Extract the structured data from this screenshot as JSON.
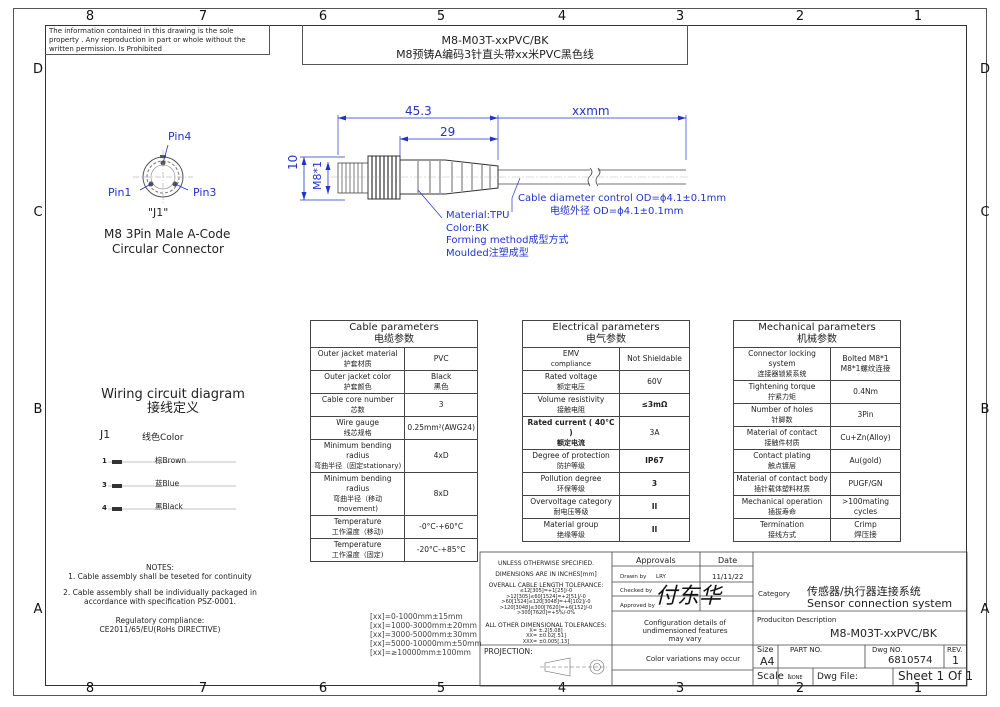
{
  "colors": {
    "line_blue": "#2233cc",
    "text": "#222222"
  },
  "zones": {
    "top": [
      "8",
      "7",
      "6",
      "5",
      "4",
      "3",
      "2",
      "1"
    ],
    "bottom": [
      "8",
      "7",
      "6",
      "5",
      "4",
      "3",
      "2",
      "1"
    ],
    "left": [
      "D",
      "C",
      "B",
      "A"
    ],
    "right": [
      "D",
      "C",
      "B",
      "A"
    ]
  },
  "notice": "The information contained in this drawing is the sole property . Any reproduction in part or whole without the written permission. Is Prohibited",
  "title": {
    "line1": "M8-M03T-xxPVC/BK",
    "line2": "M8预铸A编码3针直头带xx米PVC黑色线"
  },
  "connector": {
    "pin4": "Pin4",
    "pin1": "Pin1",
    "pin3": "Pin3",
    "ref": "\"J1\"",
    "desc1": "M8 3Pin Male A-Code",
    "desc2": "Circular Connector"
  },
  "dims": {
    "d453": "45.3",
    "d29": "29",
    "dxx": "xxmm",
    "d10": "10",
    "dm8": "M8*1"
  },
  "cable_note": {
    "l1": "Cable diameter control OD=ϕ4.1±0.1mm",
    "l2": "电缆外径 OD=ϕ4.1±0.1mm"
  },
  "material_note": {
    "l1": "Material:TPU",
    "l2": "Color:BK",
    "l3": "Forming method成型方式",
    "l4": "Moulded注塑成型"
  },
  "cable_params": {
    "title1": "Cable parameters",
    "title2": "电缆参数",
    "rows": [
      {
        "k1": "Outer jacket material",
        "k2": "护套材质",
        "v": "PVC"
      },
      {
        "k1": "Outer jacket color",
        "k2": "护套颜色",
        "v": "Black\n黑色"
      },
      {
        "k1": "Cable core number",
        "k2": "芯数",
        "v": "3"
      },
      {
        "k1": "Wire gauge",
        "k2": "线芯规格",
        "v": "0.25mm²(AWG24)"
      },
      {
        "k1": "Minimum bending radius",
        "k2": "弯曲半径（固定stationary)",
        "v": "4xD"
      },
      {
        "k1": "Minimum bending radius",
        "k2": "弯曲半径（移动movement)",
        "v": "8xD"
      },
      {
        "k1": "Temperature",
        "k2": "工作温度（移动)",
        "v": "-0°C-+60°C"
      },
      {
        "k1": "Temperature",
        "k2": "工作温度（固定)",
        "v": "-20°C-+85°C"
      }
    ]
  },
  "elec_params": {
    "title1": "Electrical parameters",
    "title2": "电气参数",
    "rows": [
      {
        "k1": "EMV",
        "k2": "compliance",
        "v": "Not Shieldable"
      },
      {
        "k1": "Rated voltage",
        "k2": "额定电压",
        "v": "60V"
      },
      {
        "k1": "Volume resistivity",
        "k2": "接触电阻",
        "v": "≤3mΩ"
      },
      {
        "k1": "Rated current ( 40°C )",
        "k2": "额定电流",
        "v": "3A"
      },
      {
        "k1": "Degree of protection",
        "k2": "防护等级",
        "v": "IP67"
      },
      {
        "k1": "Pollution degree",
        "k2": "环保等级",
        "v": "3"
      },
      {
        "k1": "Overvoltage category",
        "k2": "耐电压等级",
        "v": "II"
      },
      {
        "k1": "Material group",
        "k2": "绝缘等级",
        "v": "II"
      }
    ]
  },
  "mech_params": {
    "title1": "Mechanical parameters",
    "title2": "机械参数",
    "rows": [
      {
        "k1": "Connector locking system",
        "k2": "连接器锁紧系统",
        "v1": "Bolted M8*1",
        "v2": "M8*1螺纹连接"
      },
      {
        "k1": "Tightening torque",
        "k2": "拧紧力矩",
        "v1": "0.4Nm",
        "v2": ""
      },
      {
        "k1": "Number of holes",
        "k2": "针脚数",
        "v1": "3Pin",
        "v2": ""
      },
      {
        "k1": "Material of contact",
        "k2": "接触件材质",
        "v1": "Cu+Zn(Alloy)",
        "v2": ""
      },
      {
        "k1": "Contact plating",
        "k2": "触点镀层",
        "v1": "Au(gold)",
        "v2": ""
      },
      {
        "k1": "Material of contact body",
        "k2": "插针载体塑料材质",
        "v1": "PUGF/GN",
        "v2": ""
      },
      {
        "k1": "Mechanical operation",
        "k2": "插拔寿命",
        "v1": ">100mating cycles",
        "v2": ""
      },
      {
        "k1": "Termination",
        "k2": "接线方式",
        "v1": "Crimp",
        "v2": "焊压接"
      }
    ]
  },
  "wiring": {
    "title1": "Wiring circuit diagram",
    "title2": "接线定义",
    "j1": "J1",
    "color_header": "线色Color",
    "rows": [
      {
        "pin": "1",
        "color": "棕Brown"
      },
      {
        "pin": "3",
        "color": "蓝Blue"
      },
      {
        "pin": "4",
        "color": "黑Black"
      }
    ]
  },
  "notes": {
    "title": "NOTES:",
    "n1": "1. Cable assembly shall be teseted for continuity",
    "n2a": "2. Cable assembly shall be individually packaged in",
    "n2b": "accordance with  specification PSZ-0001.",
    "reg1": "Regulatory compliance:",
    "reg2": "CE2011/65/EU(RoHs DIRECTIVE)"
  },
  "length_tol": [
    "[xx]=0-1000mm±15mm",
    "[xx]=1000-3000mm±20mm",
    "[xx]=3000-5000mm±30mm",
    "[xx]=5000-10000mm±50mm",
    "[xx]=≥10000mm±100mm"
  ],
  "titleblock": {
    "unless": "UNLESS OTHERWISE SPECIFIED.",
    "dims_in": "DIMENSIONS ARE IN INCHES[mm]",
    "ocl": "OVERALL CABLE LENGTH TOLERANCE:",
    "ocl_lines": [
      "≤12[305]=+1[25]/-0",
      ">12[305]≤60[1524]=+2[51]/-0",
      ">60[1524]≤120[3048]=+4[102]/-0",
      ">120[3048]≤300[7620]=+6[152]/-0",
      ">300[7620]=+5%/-0%"
    ],
    "other": "ALL OTHER DIMENSIONAL TOLERANCES:",
    "other_lines": [
      "X= ±.2[5.08]",
      "XX= ±0.02[.51]",
      "XXX= ±0.005[.13]"
    ],
    "projection": "PROJECTION:",
    "approvals": "Approvals",
    "date": "Date",
    "drawn_by": "Drawn by",
    "drawn_name": "LRY",
    "drawn_date": "11/11/22",
    "checked_by": "Checked by",
    "approved_by": "Approved by",
    "signature": "付东华",
    "config1": "Configuration details of",
    "config2": "undimensioned features",
    "config3": "may vary",
    "color_var": "Color variations may occur",
    "category": "Category",
    "cat1": "传感器/执行器连接系统",
    "cat2": "Sensor connection system",
    "prod_desc": "Produciton Description",
    "prod_name": "M8-M03T-xxPVC/BK",
    "size": "Size",
    "size_val": "A4",
    "part_no": "PART NO.",
    "dwg_no": "Dwg NO.",
    "dwg_val": "6810574",
    "rev": "REV.",
    "rev_val": "1",
    "scale": "Scale :",
    "scale_val": "NONE",
    "dwg_file": "Dwg File:",
    "sheet": "Sheet 1 Of 1"
  }
}
